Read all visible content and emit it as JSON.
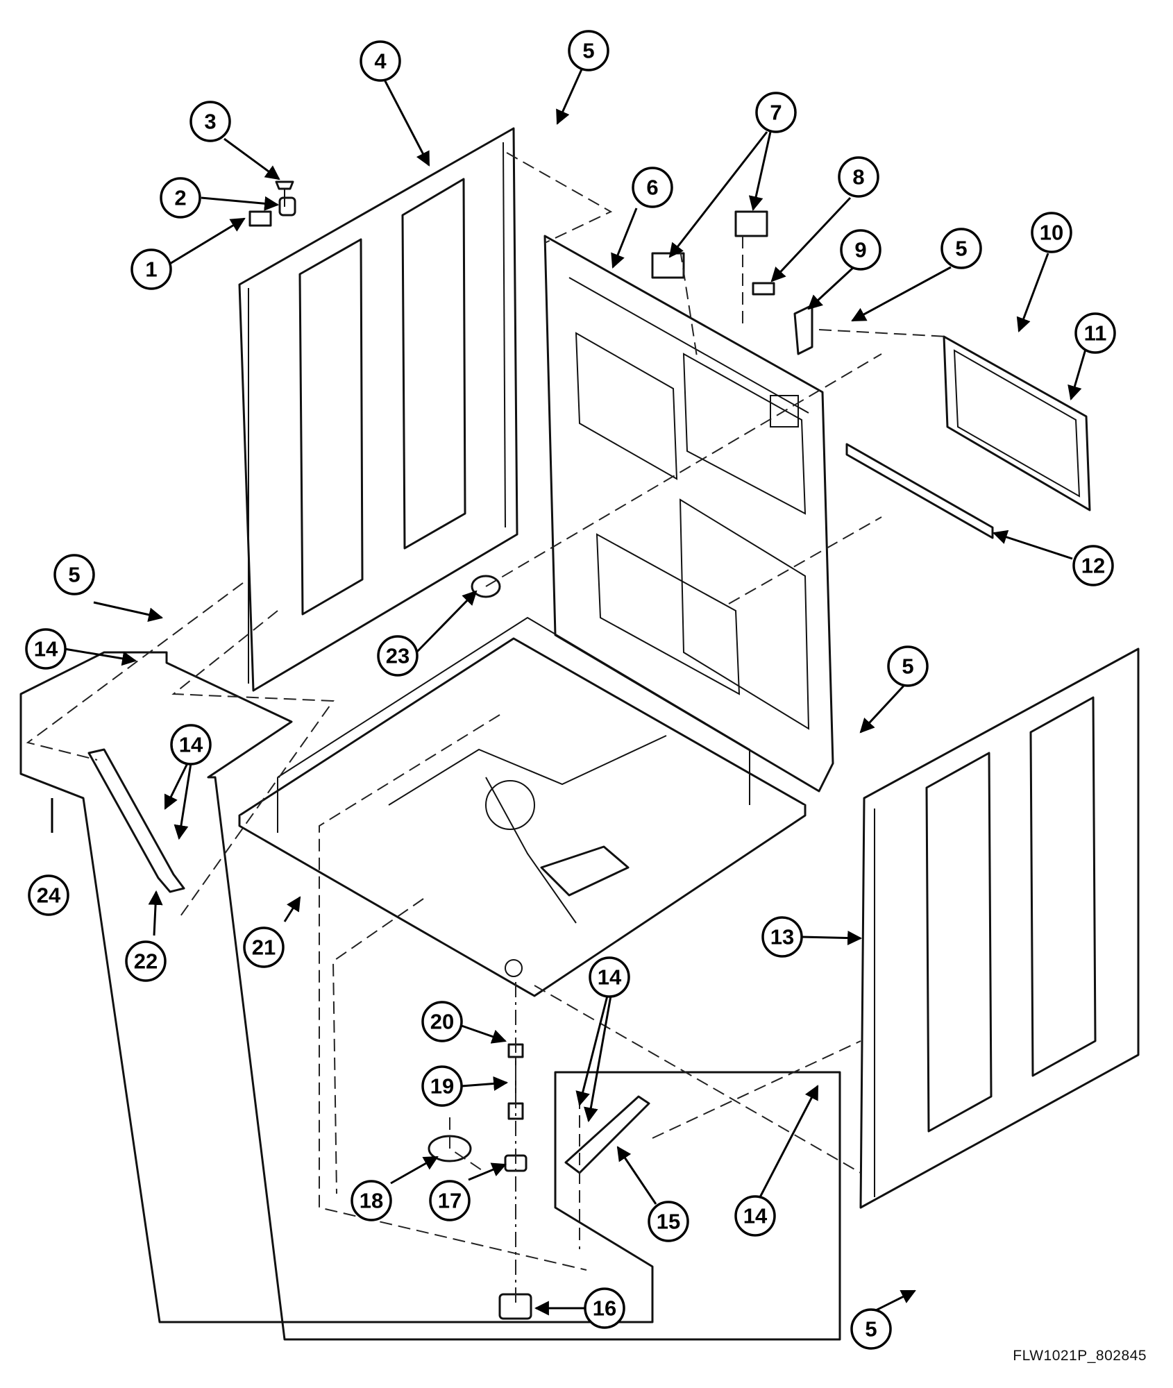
{
  "drawing_code": "FLW1021P_802845",
  "callouts": [
    "1",
    "2",
    "3",
    "4",
    "5",
    "5",
    "5",
    "5",
    "5",
    "6",
    "7",
    "8",
    "9",
    "10",
    "11",
    "12",
    "13",
    "14",
    "14",
    "14",
    "14",
    "14",
    "15",
    "16",
    "17",
    "18",
    "19",
    "20",
    "21",
    "22",
    "23",
    "24"
  ]
}
